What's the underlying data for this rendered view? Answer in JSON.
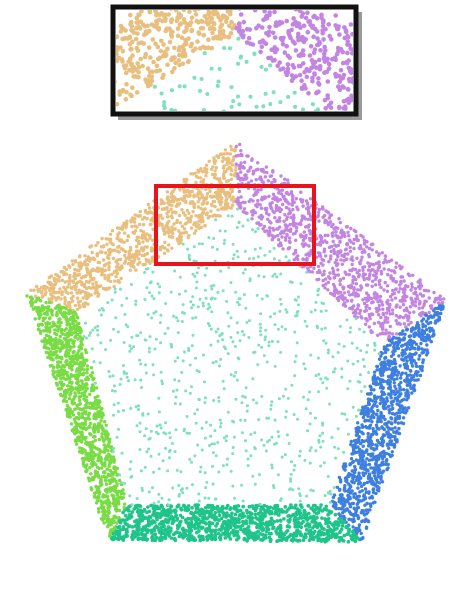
{
  "figure": {
    "kind": "pentagon point cloud with zoom inset",
    "regions": [
      {
        "name": "center-face",
        "color": "#7ee0bf",
        "sparse": true
      },
      {
        "name": "top-left-region",
        "color": "#e8bf7e"
      },
      {
        "name": "top-right-region",
        "color": "#c385e2"
      },
      {
        "name": "right-region",
        "color": "#3e7fdf"
      },
      {
        "name": "bottom-region",
        "color": "#1fc48a"
      },
      {
        "name": "left-region",
        "color": "#79dc45"
      }
    ],
    "highlight_color": "#e8141c",
    "inset_border_color": "#111111",
    "inset_shadow_color": "#9a9a9a"
  }
}
